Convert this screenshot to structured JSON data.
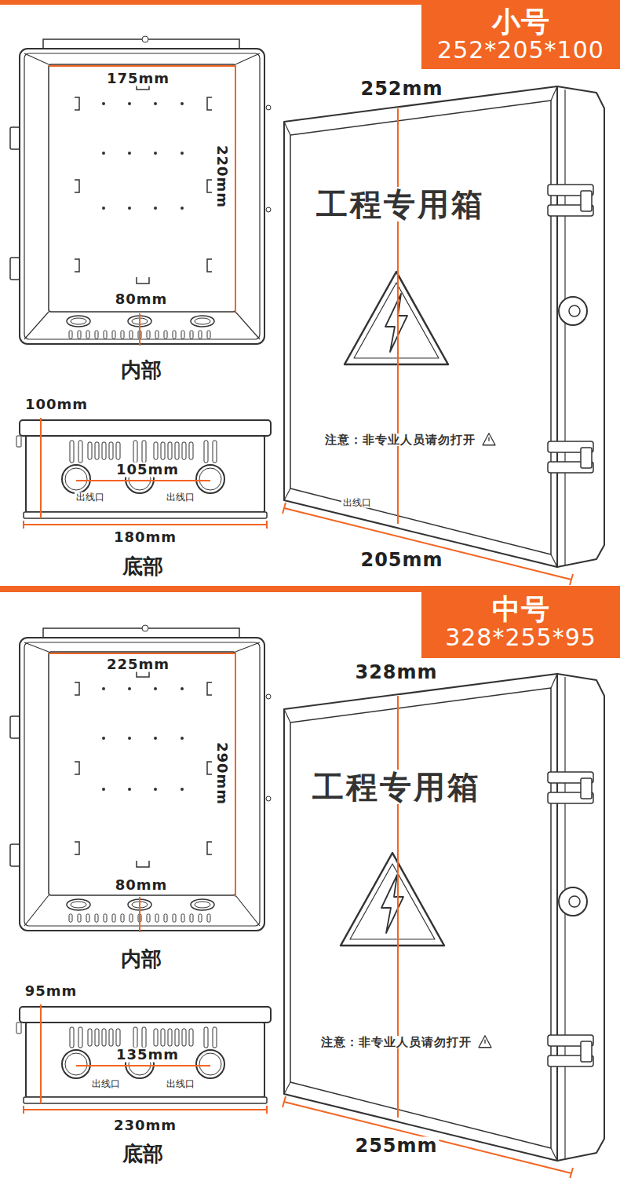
{
  "diagram": {
    "nodes": [
      {
        "text": [
          "小号",
          "252*205*100"
        ]
      },
      {
        "text": [
          "工程专用箱",
          "注意：非专业人员请勿打开"
        ]
      },
      {
        "text": [
          "中号",
          "328*255*95"
        ]
      },
      {
        "text": [
          "工程专用箱",
          "注意：非专业人员请勿打开"
        ]
      }
    ],
    "labels": [
      "175mm",
      "220mm",
      "80mm",
      "内部",
      "100mm",
      "105mm",
      "出线口",
      "出线口",
      "180mm",
      "底部",
      "252mm",
      "出线口",
      "205mm",
      "225mm",
      "290mm",
      "80mm",
      "内部",
      "95mm",
      "135mm",
      "出线口",
      "出线口",
      "230mm",
      "底部",
      "328mm",
      "255mm"
    ]
  }
}
